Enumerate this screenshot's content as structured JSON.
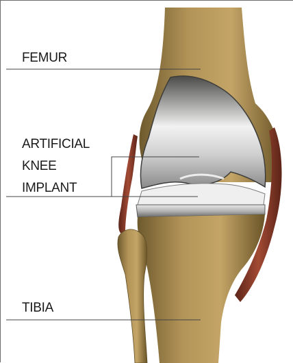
{
  "labels": {
    "femur": "FEMUR",
    "implant": [
      "ARTIFICIAL",
      "KNEE",
      "IMPLANT"
    ],
    "tibia": "TIBIA"
  },
  "colors": {
    "bone": "#a8884e",
    "bone_dark": "#6e5a2e",
    "metal": "#d9d9d9",
    "metal_dark": "#6f6f6f",
    "ligament": "#8a3f2f",
    "leader_line": "#444444"
  }
}
